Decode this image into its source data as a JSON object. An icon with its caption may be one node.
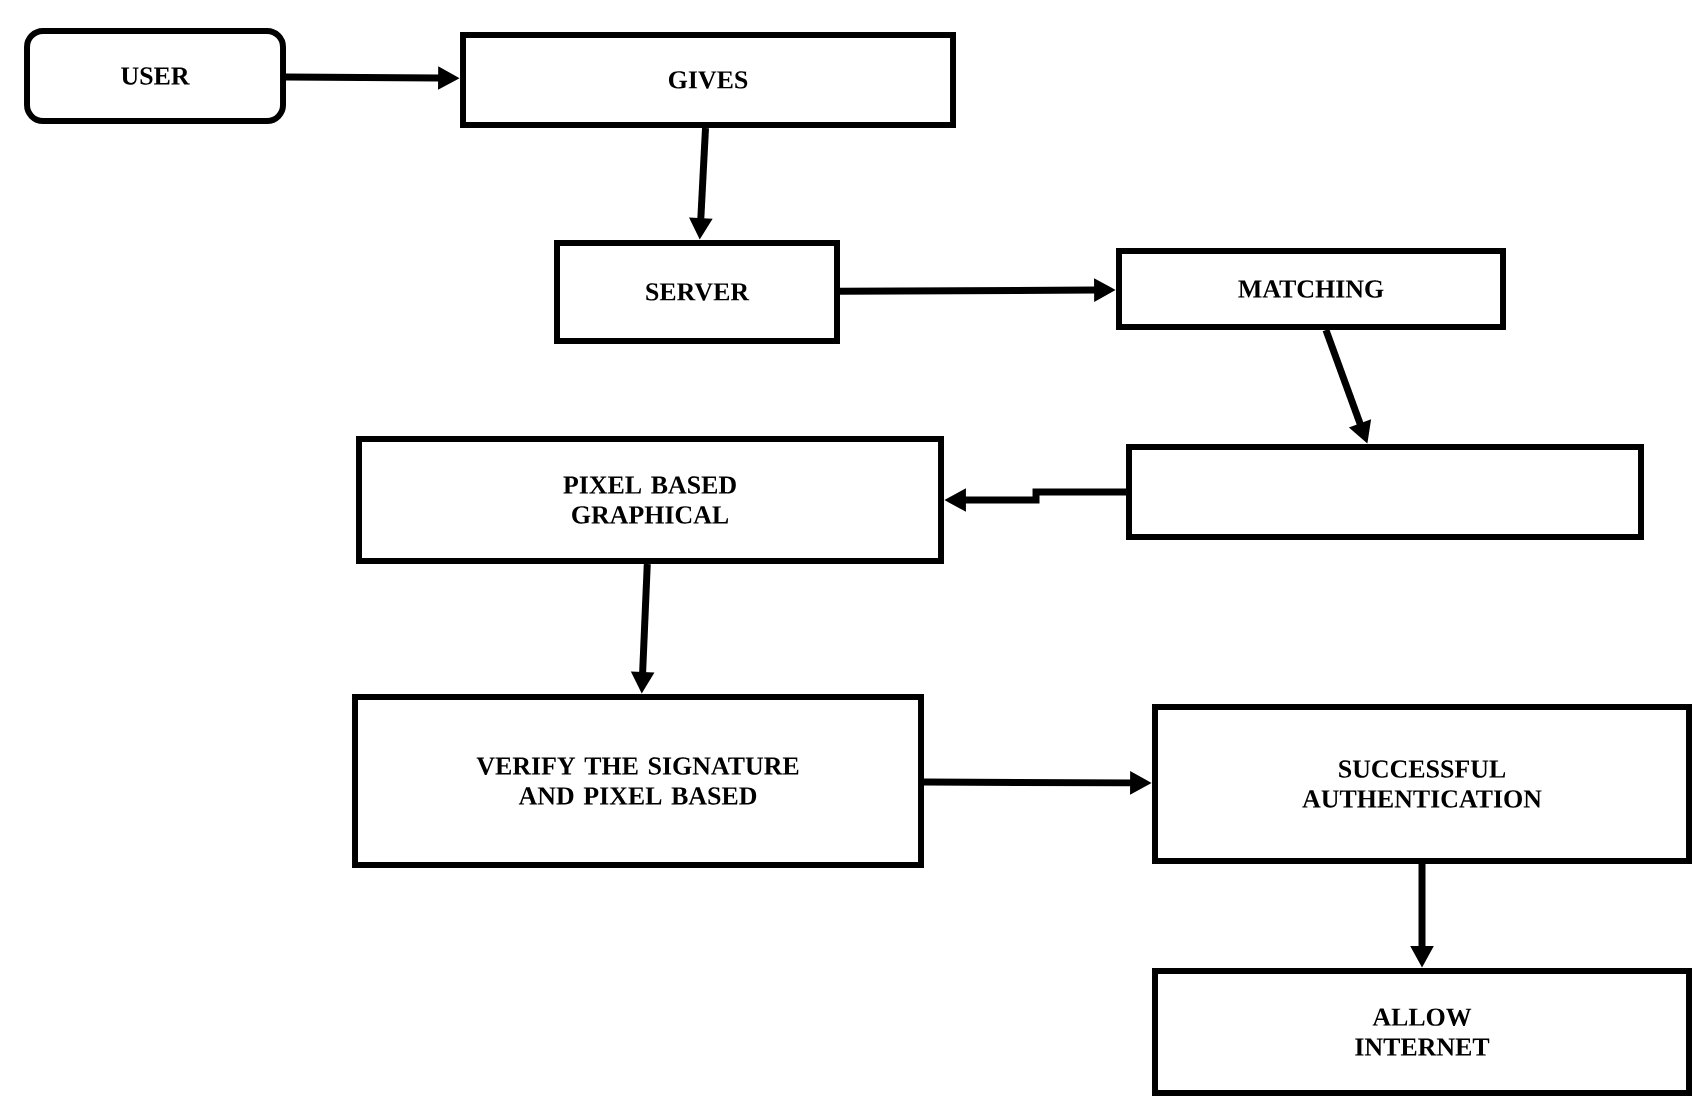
{
  "diagram": {
    "nodes": [
      {
        "text": [
          "USER"
        ]
      },
      {
        "text": [
          "GIVES"
        ]
      },
      {
        "text": [
          "SERVER"
        ]
      },
      {
        "text": [
          "MATCHING"
        ]
      },
      {
        "text": [],
        "shape": "box"
      },
      {
        "text": [
          "PIXEL BASED GRAPHICAL"
        ]
      },
      {
        "text": [
          "VERIFY THE SIGNATURE AND PIXEL BASED"
        ]
      },
      {
        "text": [
          "SUCCESSFUL AUTHENTICATION"
        ]
      },
      {
        "text": [
          "ALLOW INTERNET"
        ]
      }
    ],
    "edges": [
      {
        "from": 0,
        "to": 1,
        "arrow": "to"
      },
      {
        "from": 1,
        "to": 2,
        "arrow": "to"
      },
      {
        "from": 2,
        "to": 3,
        "arrow": "to"
      },
      {
        "from": 3,
        "to": 4,
        "arrow": "to"
      },
      {
        "from": 4,
        "to": 5,
        "arrow": "to"
      },
      {
        "from": 5,
        "to": 6,
        "arrow": "to"
      },
      {
        "from": 6,
        "to": 7,
        "arrow": "to"
      },
      {
        "from": 7,
        "to": 8,
        "arrow": "to"
      }
    ]
  }
}
